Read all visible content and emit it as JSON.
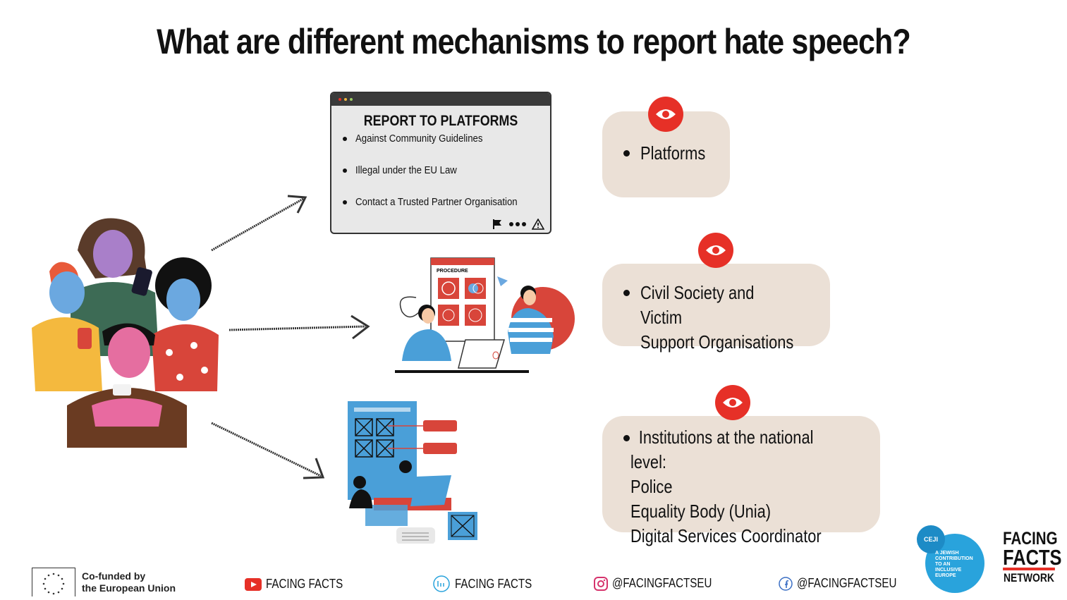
{
  "title": "What are different mechanisms to report hate speech?",
  "platform_window": {
    "heading": "REPORT TO PLATFORMS",
    "items": [
      "Against Community Guidelines",
      "Illegal under the EU Law",
      "Contact a Trusted Partner Organisation"
    ],
    "icons": [
      "flag-icon",
      "more-icon",
      "warning-icon"
    ]
  },
  "procedure_label": "PROCEDURE",
  "cards": [
    {
      "text": "Platforms"
    },
    {
      "text": "Civil Society and Victim\nSupport Organisations"
    },
    {
      "text": "Institutions at the national level:\nPolice\nEquality Body (Unia)\nDigital Services Coordinator"
    }
  ],
  "footer": {
    "eu": "Co-funded by\nthe European Union",
    "youtube": "FACING FACTS",
    "web": "FACING FACTS",
    "instagram": "@FACINGFACTSEU",
    "facebook": "@FACINGFACTSEU"
  },
  "logos": {
    "ceji_text": "A JEWISH CONTRIBUTION TO AN INCLUSIVE EUROPE",
    "ceji_mark": "CEJI",
    "ff_line1": "FACING",
    "ff_line2": "FACTS",
    "ff_line3": "NETWORK"
  },
  "colors": {
    "accent_red": "#e63027",
    "card_beige": "#ebe0d6",
    "illustration_blue": "#4a9fd8"
  }
}
